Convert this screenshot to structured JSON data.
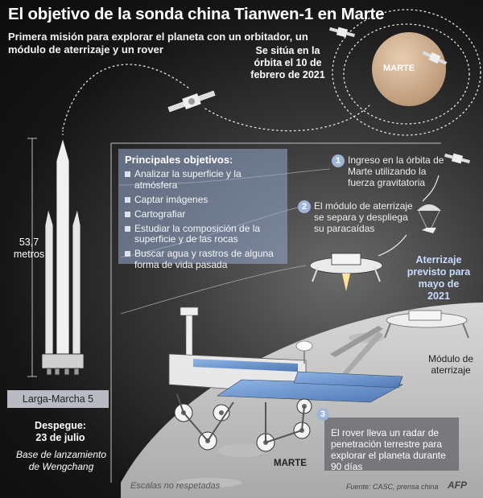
{
  "header": {
    "title": "El objetivo de la sonda china Tianwen-1 en Marte",
    "subtitle": "Primera misión para explorar el planeta con un orbitador, un módulo de aterrizaje y un rover"
  },
  "orbit": {
    "note": "Se sitúa en la órbita el 10 de febrero de 2021",
    "planet_label": "MARTE"
  },
  "rocket": {
    "height": "53,7 metros",
    "name": "Larga-Marcha 5",
    "launch_label": "Despegue: 23 de julio",
    "launch_site": "Base de lanzamiento de Wengchang"
  },
  "objectives": {
    "title": "Principales objetivos:",
    "items": [
      "Analizar la superficie y la atmósfera",
      "Captar imágenes",
      "Cartografiar",
      "Estudiar la composición de la superficie y de las rocas",
      "Buscar agua y rastros de alguna forma de vida pasada"
    ]
  },
  "steps": [
    {
      "number": "1",
      "text": "Ingreso en la órbita de Marte utilizando la fuerza gravitatoria"
    },
    {
      "number": "2",
      "text": "El módulo de aterrizaje se separa y despliega su paracaídas"
    },
    {
      "number": "3",
      "text": "El rover lleva un radar de penetración terrestre para explorar el planeta durante 90 días"
    }
  ],
  "landing": {
    "note": "Aterrizaje previsto para mayo de 2021",
    "lander_label": "Módulo de aterrizaje"
  },
  "surface": {
    "label": "MARTE"
  },
  "footer": {
    "scale_note": "Escalas no respetadas",
    "source": "Fuente: CASC, prensa china",
    "agency": "AFP"
  },
  "colors": {
    "accent_blue": "#9fb4d8",
    "landing_blue": "#c9dcff",
    "mars": "#d9b796",
    "ground": "#cfcfcf"
  }
}
